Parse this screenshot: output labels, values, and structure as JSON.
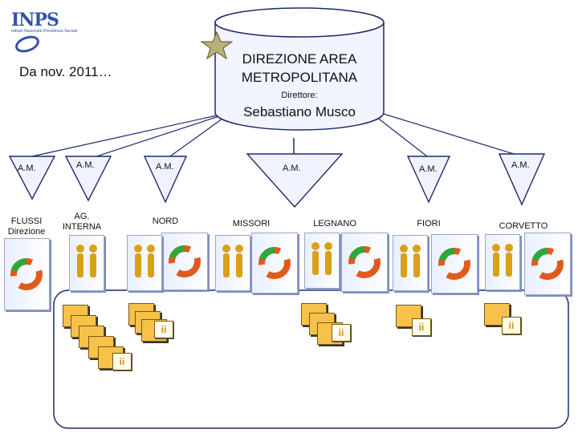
{
  "logo": {
    "text": "INPS",
    "subtitle": "Istituto Nazionale Previdenza Sociale"
  },
  "date_text": "Da nov. 2011…",
  "direzione": {
    "title_line1": "DIREZIONE AREA",
    "title_line2": "METROPOLITANA",
    "direttore_label": "Direttore:",
    "direttore_name": "Sebastiano Musco"
  },
  "units": [
    {
      "am": "A.M.",
      "name": "FLUSSI Direzione"
    },
    {
      "am": "A.M.",
      "name": "AG. INTERNA"
    },
    {
      "am": "A.M.",
      "name": "NORD"
    },
    {
      "am": "A.M.",
      "name": "MISSORI"
    },
    {
      "am": "",
      "name": "LEGNANO"
    },
    {
      "am": "A.M.",
      "name": "FIORI"
    },
    {
      "am": "A.M.",
      "name": "CORVETTO"
    }
  ],
  "colors": {
    "accent": "#8a9ad0",
    "cylinder": "#f2f4ff",
    "tile": "#f6c24a",
    "line": "#1a2a6c"
  }
}
